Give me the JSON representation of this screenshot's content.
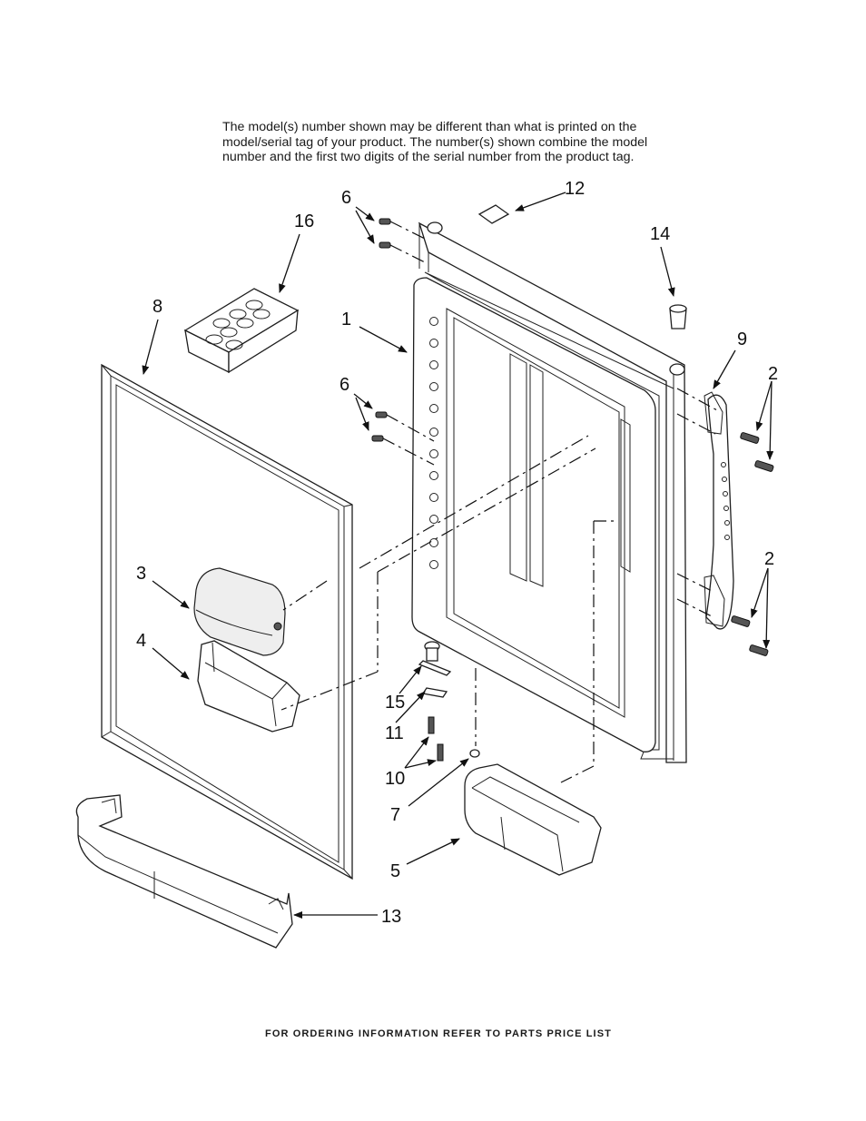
{
  "note": {
    "line1": "The model(s) number shown may be different than what is printed on the",
    "line2": "model/serial tag of your product. The number(s) shown combine the model",
    "line3": "number and the first two digits of the serial number from the product tag."
  },
  "callouts": {
    "c1": "1",
    "c2a": "2",
    "c2b": "2",
    "c3": "3",
    "c4": "4",
    "c5": "5",
    "c6a": "6",
    "c6b": "6",
    "c7": "7",
    "c8": "8",
    "c9": "9",
    "c10": "10",
    "c11": "11",
    "c12": "12",
    "c13": "13",
    "c14": "14",
    "c15": "15",
    "c16": "16"
  },
  "footer": "FOR ORDERING INFORMATION REFER TO PARTS PRICE LIST"
}
